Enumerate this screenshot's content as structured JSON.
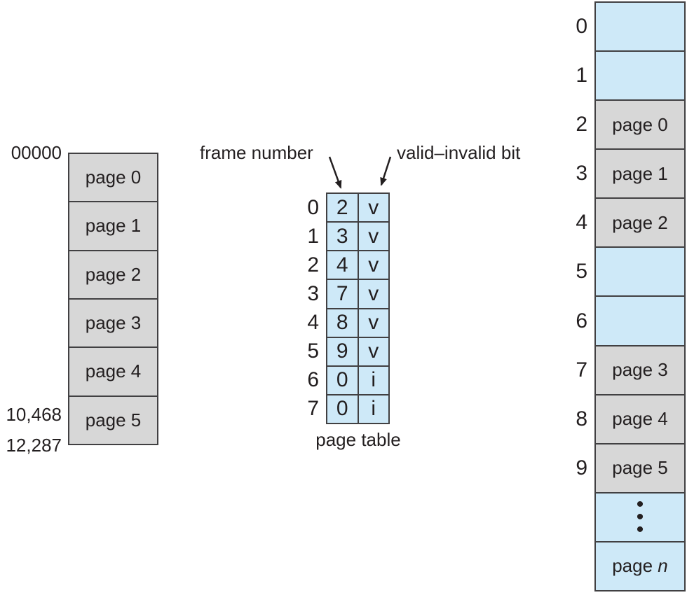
{
  "left_memory": {
    "address_top": "00000",
    "address_mid": "10,468",
    "address_bottom": "12,287",
    "pages": [
      "page 0",
      "page 1",
      "page 2",
      "page 3",
      "page 4",
      "page 5"
    ]
  },
  "page_table": {
    "frame_label": "frame number",
    "valid_label": "valid–invalid bit",
    "caption": "page table",
    "rows": [
      {
        "index": "0",
        "frame": "2",
        "bit": "v"
      },
      {
        "index": "1",
        "frame": "3",
        "bit": "v"
      },
      {
        "index": "2",
        "frame": "4",
        "bit": "v"
      },
      {
        "index": "3",
        "frame": "7",
        "bit": "v"
      },
      {
        "index": "4",
        "frame": "8",
        "bit": "v"
      },
      {
        "index": "5",
        "frame": "9",
        "bit": "v"
      },
      {
        "index": "6",
        "frame": "0",
        "bit": "i"
      },
      {
        "index": "7",
        "frame": "0",
        "bit": "i"
      }
    ]
  },
  "physical_memory": {
    "numbered_rows": [
      {
        "index": "0",
        "label": ""
      },
      {
        "index": "1",
        "label": ""
      },
      {
        "index": "2",
        "label": "page 0"
      },
      {
        "index": "3",
        "label": "page 1"
      },
      {
        "index": "4",
        "label": "page 2"
      },
      {
        "index": "5",
        "label": ""
      },
      {
        "index": "6",
        "label": ""
      },
      {
        "index": "7",
        "label": "page 3"
      },
      {
        "index": "8",
        "label": "page 4"
      },
      {
        "index": "9",
        "label": "page 5"
      }
    ],
    "ellipsis_dots": [
      "•",
      "•",
      "•"
    ],
    "last_row": {
      "prefix": "page ",
      "n_italic": "n"
    }
  },
  "colors": {
    "box_gray": "#d7d7d7",
    "box_blue": "#cee9f8",
    "border": "#414042",
    "text": "#231f20"
  }
}
